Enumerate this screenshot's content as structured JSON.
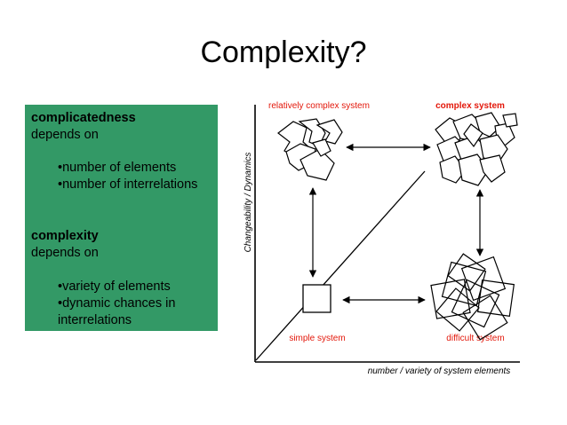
{
  "title": "Complexity?",
  "panel": {
    "complicatedness": {
      "heading": "complicatedness",
      "depends": "depends on",
      "bullets": [
        "•number of elements",
        "•number of interrelations"
      ]
    },
    "complexity": {
      "heading": "complexity",
      "depends": "depends on",
      "bullets": [
        "•variety of elements",
        "•dynamic chances in",
        " interrelations"
      ]
    }
  },
  "diagram": {
    "y_axis_label": "Changeability / Dynamics",
    "x_axis_label": "number / variety of system elements",
    "quadrants": {
      "top_left": "relatively complex system",
      "top_right": "complex system",
      "bottom_left": "simple system",
      "bottom_right": "difficult system"
    },
    "label_color": "#e3170a"
  }
}
